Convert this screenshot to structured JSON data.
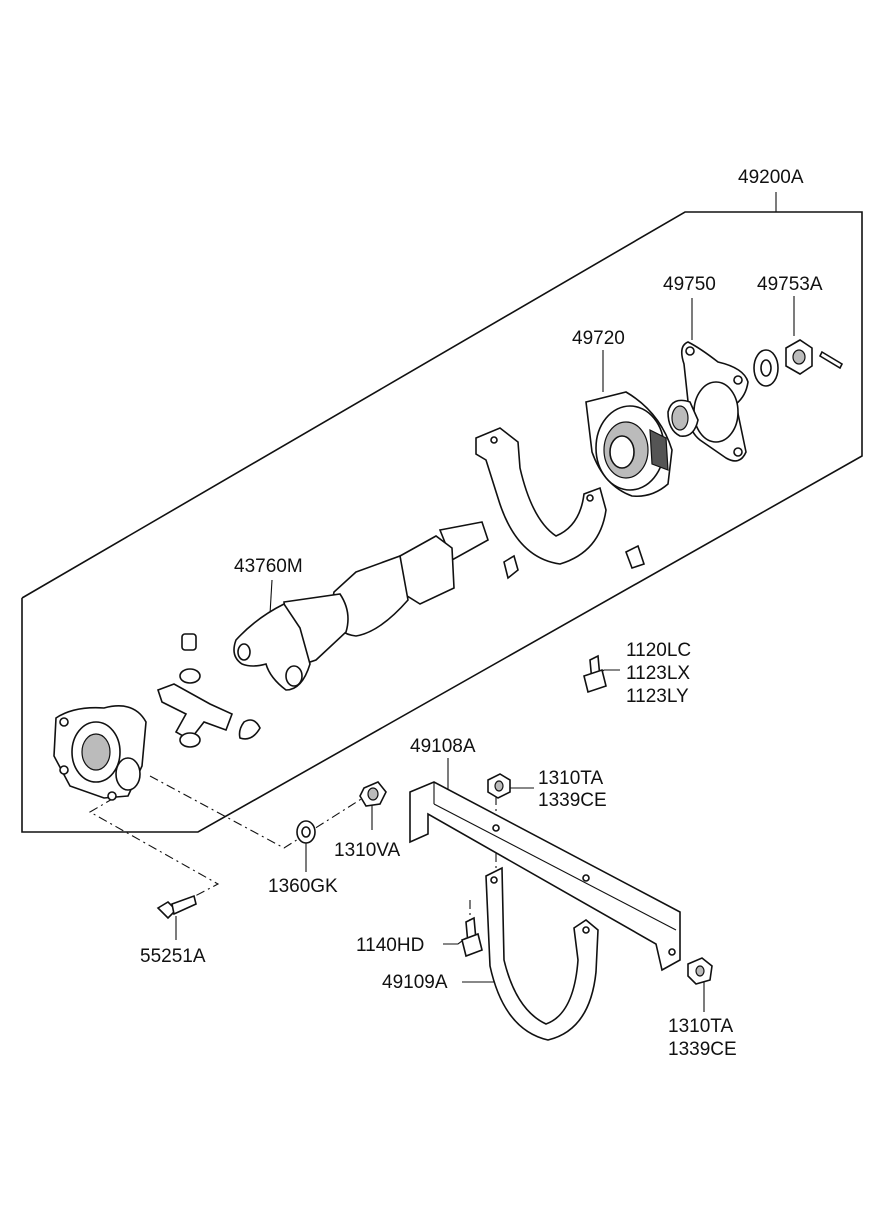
{
  "labels": {
    "assembly": "49200A",
    "flange_yoke": "49750",
    "nut_washer_pin": "49753A",
    "center_bearing": "49720",
    "propeller_shaft": "43760M",
    "bolt_group_1": "1120LC",
    "bolt_group_2": "1123LX",
    "bolt_group_3": "1123LY",
    "crossmember": "49108A",
    "nut_top_1": "1310TA",
    "nut_top_2": "1339CE",
    "nut_small": "1310VA",
    "washer": "1360GK",
    "bolt_bottom": "55251A",
    "bolt_bracket": "1140HD",
    "strap_bracket": "49109A",
    "nut_bottom_1": "1310TA",
    "nut_bottom_2": "1339CE"
  }
}
